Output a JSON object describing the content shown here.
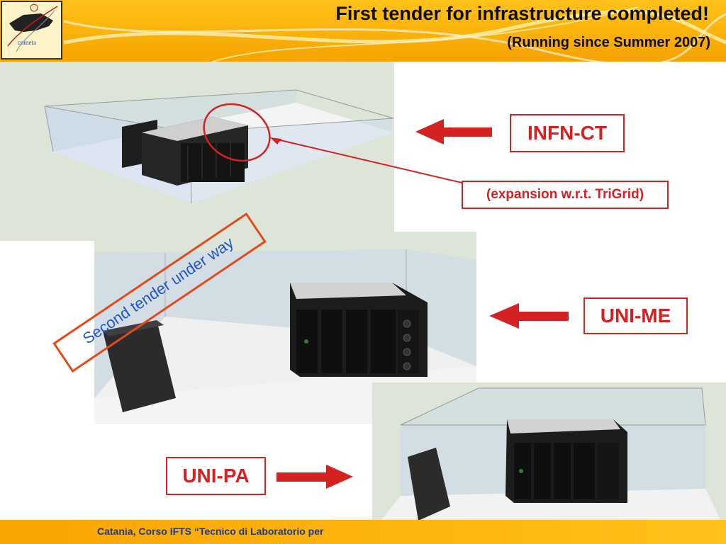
{
  "header": {
    "title": "First tender for infrastructure completed!",
    "subtitle": "(Running since Summer 2007)",
    "logo_icon": "cometa-sicily-logo-icon"
  },
  "labels": {
    "infn_ct": "INFN-CT",
    "expansion": "(expansion w.r.t. TriGrid)",
    "uni_me": "UNI-ME",
    "uni_pa": "UNI-PA",
    "second_tender": "Second tender under way"
  },
  "footer": {
    "text": "Catania, Corso IFTS “Tecnico di Laboratorio per"
  },
  "colors": {
    "accent_red": "#d42222",
    "header_orange": "#f6a300",
    "tender_blue": "#2255cc",
    "footer_navy": "#233a87"
  }
}
